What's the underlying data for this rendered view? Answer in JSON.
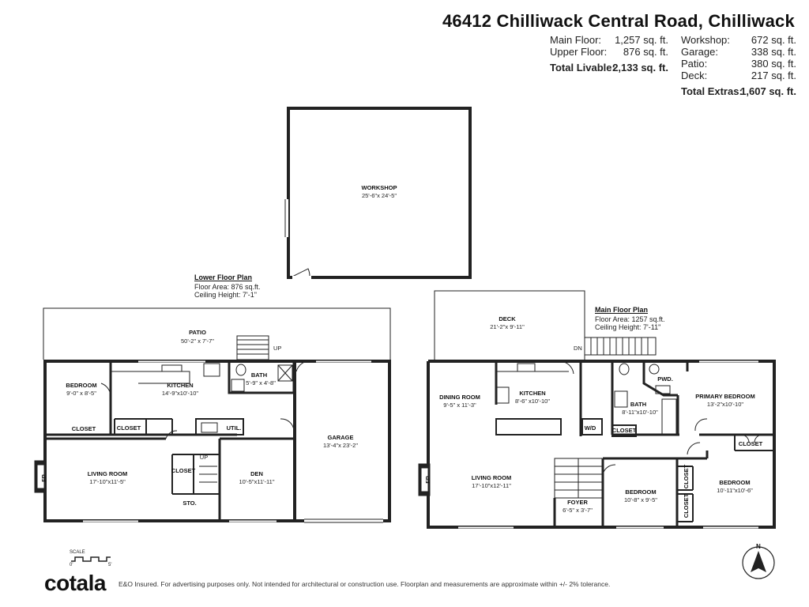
{
  "title": "46412 Chilliwack Central Road, Chilliwack",
  "areas_left": [
    {
      "label": "Main Floor:",
      "value": "1,257 sq. ft."
    },
    {
      "label": "Upper Floor:",
      "value": "876 sq. ft."
    },
    {
      "label": "Total Livable:",
      "value": "2,133 sq. ft."
    }
  ],
  "areas_right": [
    {
      "label": "Workshop:",
      "value": "672 sq. ft."
    },
    {
      "label": "Garage:",
      "value": "338 sq. ft."
    },
    {
      "label": "Patio:",
      "value": "380 sq. ft."
    },
    {
      "label": "Deck:",
      "value": "217 sq. ft."
    },
    {
      "label": "Total Extras:",
      "value": "1,607 sq. ft."
    }
  ],
  "workshop": {
    "name": "WORKSHOP",
    "dims": "25'-6\"x 24'-5\""
  },
  "lower_plan": {
    "title": "Lower Floor Plan",
    "area": "Floor Area: 876 sq.ft.",
    "ceiling": "Ceiling Height: 7'-1\"",
    "rooms": {
      "patio": {
        "name": "PATIO",
        "dims": "50'-2\" x 7'-7\""
      },
      "bedroom": {
        "name": "BEDROOM",
        "dims": "9'-0\" x 8'-5\""
      },
      "kitchen": {
        "name": "KITCHEN",
        "dims": "14'-9\"x10'-10\""
      },
      "bath": {
        "name": "BATH",
        "dims": "5'-9\" x 4'-8\""
      },
      "closet1": "CLOSET",
      "closet2": "CLOSET",
      "util": "UTIL.",
      "living": {
        "name": "LIVING ROOM",
        "dims": "17'-10\"x11'-5\""
      },
      "closet3": "CLOSET",
      "sto": "STO.",
      "den": {
        "name": "DEN",
        "dims": "10'-5\"x11'-11\""
      },
      "garage": {
        "name": "GARAGE",
        "dims": "13'-4\"x 23'-2\""
      },
      "fp": "FP",
      "up": "UP",
      "up2": "UP"
    }
  },
  "main_plan": {
    "title": "Main Floor Plan",
    "area": "Floor Area: 1257 sq.ft.",
    "ceiling": "Ceiling Height: 7'-11\"",
    "rooms": {
      "deck": {
        "name": "DECK",
        "dims": "21'-2\"x 9'-11\""
      },
      "dining": {
        "name": "DINING ROOM",
        "dims": "9'-5\" x 11'-3\""
      },
      "kitchen": {
        "name": "KITCHEN",
        "dims": "8'-6\" x10'-10\""
      },
      "bath": {
        "name": "BATH",
        "dims": "8'-11\"x10'-10\""
      },
      "pwd": "PWD.",
      "primary": {
        "name": "PRIMARY BEDROOM",
        "dims": "13'-2\"x10'-10\""
      },
      "wd": "W/D",
      "closet1": "CLOSET",
      "closet2": "CLOSET",
      "living": {
        "name": "LIVING ROOM",
        "dims": "17'-10\"x12'-11\""
      },
      "bedroom1": {
        "name": "BEDROOM",
        "dims": "10'-8\" x 9'-5\""
      },
      "bedroom2": {
        "name": "BEDROOM",
        "dims": "10'-11\"x10'-6\""
      },
      "closet3": "CLOSET",
      "closet4": "CLOSET",
      "foyer": {
        "name": "FOYER",
        "dims": "6'-5\" x 3'-7\""
      },
      "fp": "FP",
      "dn": "DN"
    }
  },
  "footer": {
    "logo": "cotala",
    "disclaimer": "E&O Insured. For advertising purposes only. Not intended for architectural or construction use. Floorplan and measurements are approximate within +/- 2% tolerance.",
    "scale_label": "SCALE",
    "scale_zero": "0'",
    "scale_five": "5'",
    "north": "N"
  }
}
